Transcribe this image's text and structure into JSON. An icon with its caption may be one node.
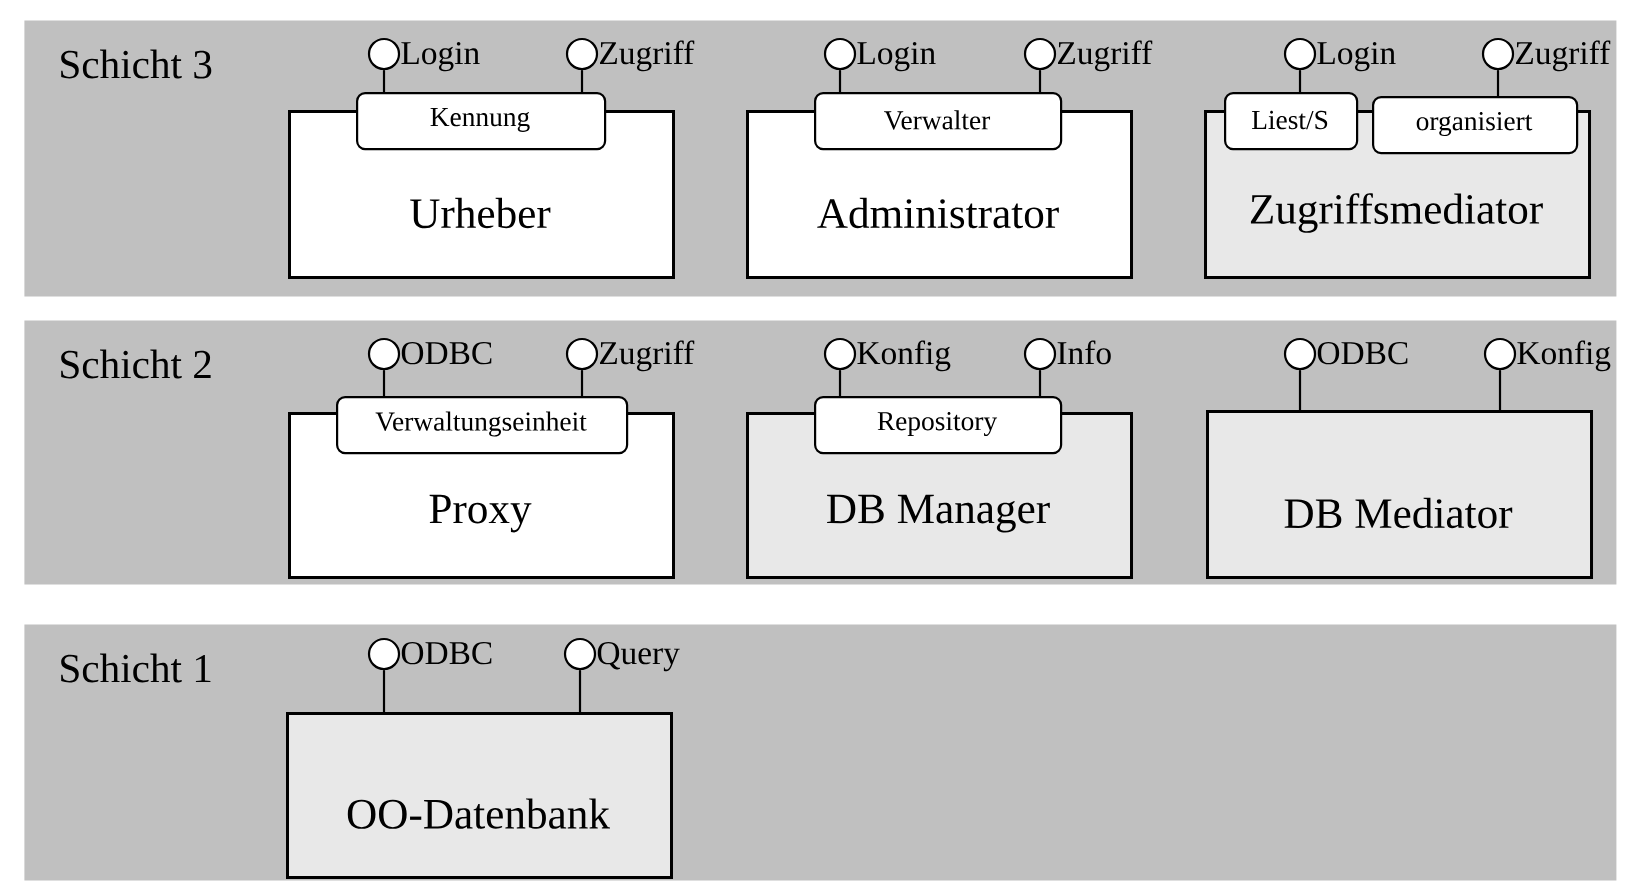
{
  "diagram": {
    "nodes": [
      {
        "text": [
          "Schicht 3"
        ]
      },
      {
        "text": [],
        "shape": "circle",
        "beside": [
          "Login"
        ],
        "in": 0
      },
      {
        "text": [],
        "shape": "circle",
        "beside": [
          "Zugriff"
        ],
        "in": 0
      },
      {
        "text": [
          "Kennung"
        ],
        "in": 0
      },
      {
        "text": [
          "Urheber"
        ],
        "in": 0
      },
      {
        "text": [],
        "shape": "circle",
        "beside": [
          "Login"
        ],
        "in": 0
      },
      {
        "text": [],
        "shape": "circle",
        "beside": [
          "Zugriff"
        ],
        "in": 0
      },
      {
        "text": [
          "Verwalter"
        ],
        "in": 0
      },
      {
        "text": [
          "Administrator"
        ],
        "in": 0
      },
      {
        "text": [],
        "shape": "circle",
        "beside": [
          "Login"
        ],
        "in": 0
      },
      {
        "text": [],
        "shape": "circle",
        "beside": [
          "Zugriff"
        ],
        "in": 0
      },
      {
        "text": [
          "Liest/S"
        ],
        "in": 0
      },
      {
        "text": [
          "organisiert"
        ],
        "in": 0
      },
      {
        "text": [
          "Zugriffsmediator"
        ],
        "in": 0
      },
      {
        "text": [
          "Schicht 2"
        ]
      },
      {
        "text": [],
        "shape": "circle",
        "beside": [
          "ODBC"
        ],
        "in": 14
      },
      {
        "text": [],
        "shape": "circle",
        "beside": [
          "Zugriff"
        ],
        "in": 14
      },
      {
        "text": [
          "Verwaltungseinheit"
        ],
        "in": 14
      },
      {
        "text": [
          "Proxy"
        ],
        "in": 14
      },
      {
        "text": [],
        "shape": "circle",
        "beside": [
          "Konfig"
        ],
        "in": 14
      },
      {
        "text": [],
        "shape": "circle",
        "beside": [
          "Info"
        ],
        "in": 14
      },
      {
        "text": [
          "Repository"
        ],
        "in": 14
      },
      {
        "text": [
          "DB Manager"
        ],
        "in": 14
      },
      {
        "text": [],
        "shape": "circle",
        "beside": [
          "ODBC"
        ],
        "in": 14
      },
      {
        "text": [],
        "shape": "circle",
        "beside": [
          "Konfig"
        ],
        "in": 14
      },
      {
        "text": [
          "DB Mediator"
        ],
        "in": 14
      },
      {
        "text": [
          "Schicht 1"
        ]
      },
      {
        "text": [],
        "shape": "circle",
        "beside": [
          "ODBC"
        ],
        "in": 26
      },
      {
        "text": [],
        "shape": "circle",
        "beside": [
          "Query"
        ],
        "in": 26
      },
      {
        "text": [
          "OO-Datenbank"
        ],
        "in": 26
      }
    ],
    "edges": [
      {
        "from": 1,
        "to": 3,
        "arrow": "none"
      },
      {
        "from": 2,
        "to": 3,
        "arrow": "none"
      },
      {
        "from": 5,
        "to": 7,
        "arrow": "none"
      },
      {
        "from": 6,
        "to": 7,
        "arrow": "none"
      },
      {
        "from": 9,
        "to": 11,
        "arrow": "none"
      },
      {
        "from": 10,
        "to": 12,
        "arrow": "none"
      },
      {
        "from": 15,
        "to": 17,
        "arrow": "none"
      },
      {
        "from": 16,
        "to": 17,
        "arrow": "none"
      },
      {
        "from": 19,
        "to": 21,
        "arrow": "none"
      },
      {
        "from": 20,
        "to": 21,
        "arrow": "none"
      },
      {
        "from": 23,
        "to": 25,
        "arrow": "none"
      },
      {
        "from": 24,
        "to": 25,
        "arrow": "none"
      },
      {
        "from": 27,
        "to": 29,
        "arrow": "none"
      },
      {
        "from": 28,
        "to": 29,
        "arrow": "none"
      }
    ]
  }
}
